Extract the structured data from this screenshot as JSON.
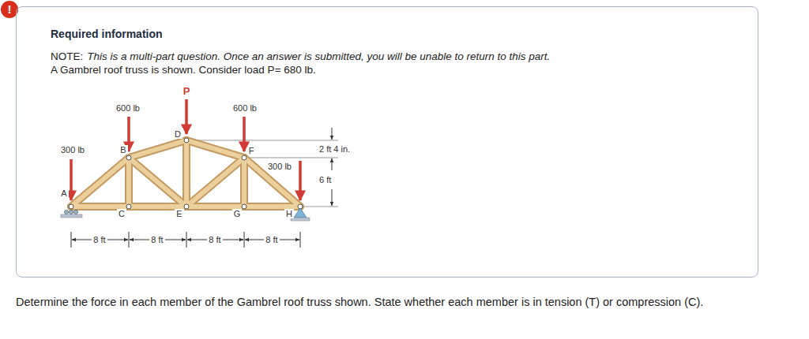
{
  "diagram": {
    "nodes": [
      {
        "text": [
          "Required information",
          "NOTE:",
          "This is a multi-part question. Once an answer is submitted, you will be unable to return to this part.",
          "A Gambrel roof truss is shown. Consider load P= 680 lb."
        ]
      }
    ],
    "labels": [
      "!",
      "300 lb",
      "600 lb",
      "P",
      "600 lb",
      "B",
      "D",
      "F",
      "2 ft 4 in.",
      "300 lb",
      "6 ft",
      "A",
      "C",
      "E",
      "G",
      "H",
      "8 ft",
      "8 ft",
      "8 ft",
      "8 ft",
      "Determine the force in each member of the Gambrel roof truss shown. State whether each member is in tension (T) or compression (C)."
    ]
  }
}
